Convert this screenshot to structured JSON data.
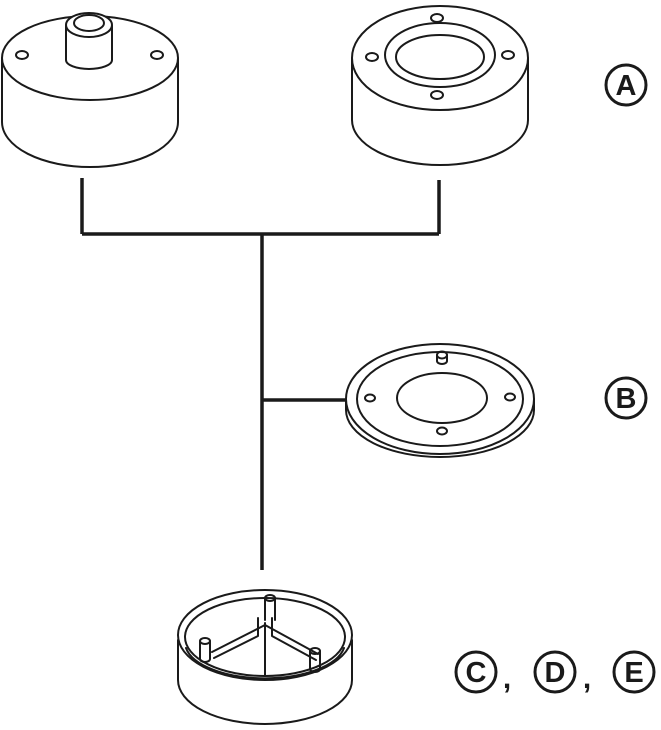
{
  "diagram": {
    "labels": {
      "a": "A",
      "b": "B",
      "c": "C",
      "d": "D",
      "e": "E",
      "separator": ","
    }
  },
  "colors": {
    "ink": "#1a1a1a",
    "paper": "#ffffff"
  }
}
